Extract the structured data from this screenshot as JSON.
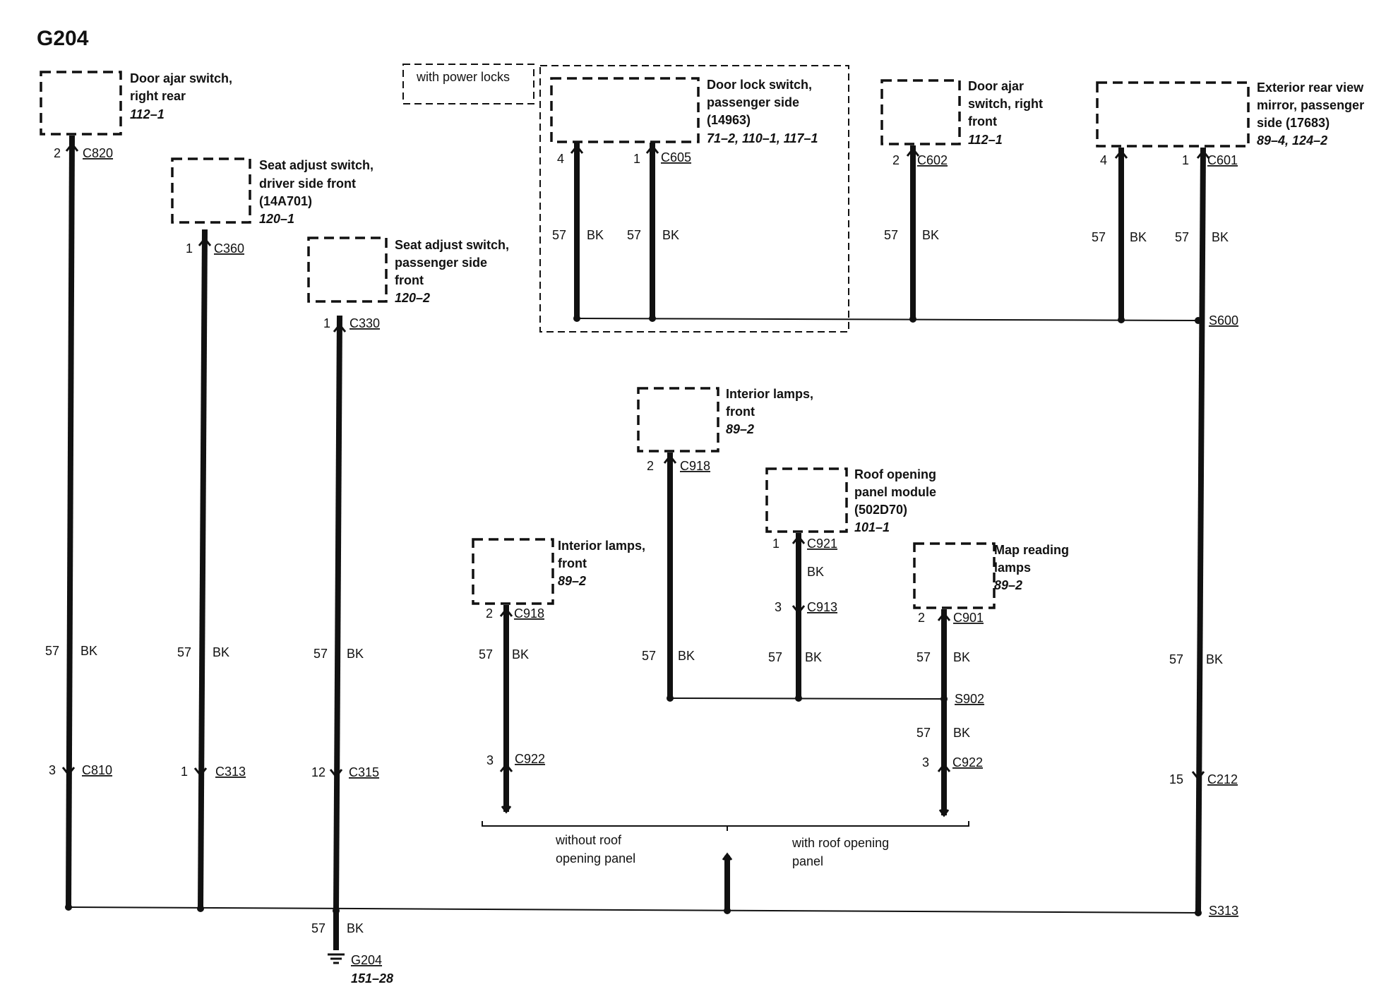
{
  "title": "G204",
  "components": {
    "door_ajar_rr": {
      "lines": [
        "Door ajar switch,",
        "right rear"
      ],
      "ref": "112–1"
    },
    "seat_driver": {
      "lines": [
        "Seat adjust switch,",
        "driver side front",
        "(14A701)"
      ],
      "ref": "120–1"
    },
    "seat_pass": {
      "lines": [
        "Seat adjust switch,",
        "passenger side",
        "front"
      ],
      "ref": "120–2"
    },
    "door_lock_pass": {
      "lines": [
        "Door lock switch,",
        "passenger side",
        "(14963)"
      ],
      "ref": "71–2, 110–1, 117–1"
    },
    "door_ajar_rf": {
      "lines": [
        "Door ajar",
        "switch, right",
        "front"
      ],
      "ref": "112–1"
    },
    "mirror": {
      "lines": [
        "Exterior rear view",
        "mirror, passenger",
        "side (17683)"
      ],
      "ref": "89–4, 124–2"
    },
    "int_lamps_top": {
      "lines": [
        "Interior lamps,",
        "front"
      ],
      "ref": "89–2"
    },
    "roof_module": {
      "lines": [
        "Roof opening",
        "panel module",
        "(502D70)"
      ],
      "ref": "101–1"
    },
    "int_lamps_low": {
      "lines": [
        "Interior lamps,",
        "front"
      ],
      "ref": "89–2"
    },
    "map_lamps": {
      "lines": [
        "Map reading",
        "lamps"
      ],
      "ref": "89–2"
    }
  },
  "option_labels": {
    "power_locks": "with power locks",
    "without_roof": [
      "without roof",
      "opening panel"
    ],
    "with_roof": [
      "with roof opening",
      "panel"
    ]
  },
  "connectors": {
    "c820": {
      "name": "C820",
      "pin": "2"
    },
    "c360": {
      "name": "C360",
      "pin": "1"
    },
    "c330": {
      "name": "C330",
      "pin": "1"
    },
    "c605_a": {
      "name": "",
      "pin": "4"
    },
    "c605_b": {
      "name": "C605",
      "pin": "1"
    },
    "c602": {
      "name": "C602",
      "pin": "2"
    },
    "c601_a": {
      "name": "",
      "pin": "4"
    },
    "c601_b": {
      "name": "C601",
      "pin": "1"
    },
    "c918_top": {
      "name": "C918",
      "pin": "2"
    },
    "c921": {
      "name": "C921",
      "pin": "1"
    },
    "c913": {
      "name": "C913",
      "pin": "3"
    },
    "c918_low": {
      "name": "C918",
      "pin": "2"
    },
    "c901": {
      "name": "C901",
      "pin": "2"
    },
    "c922_a": {
      "name": "C922",
      "pin": "3"
    },
    "c922_b": {
      "name": "C922",
      "pin": "3"
    },
    "c810": {
      "name": "C810",
      "pin": "3"
    },
    "c313": {
      "name": "C313",
      "pin": "1"
    },
    "c315": {
      "name": "C315",
      "pin": "12"
    },
    "c212": {
      "name": "C212",
      "pin": "15"
    }
  },
  "splices": {
    "s600": "S600",
    "s902": "S902",
    "s313": "S313"
  },
  "ground": {
    "name": "G204",
    "ref": "151–28"
  },
  "wire": {
    "circuit": "57",
    "color": "BK"
  }
}
